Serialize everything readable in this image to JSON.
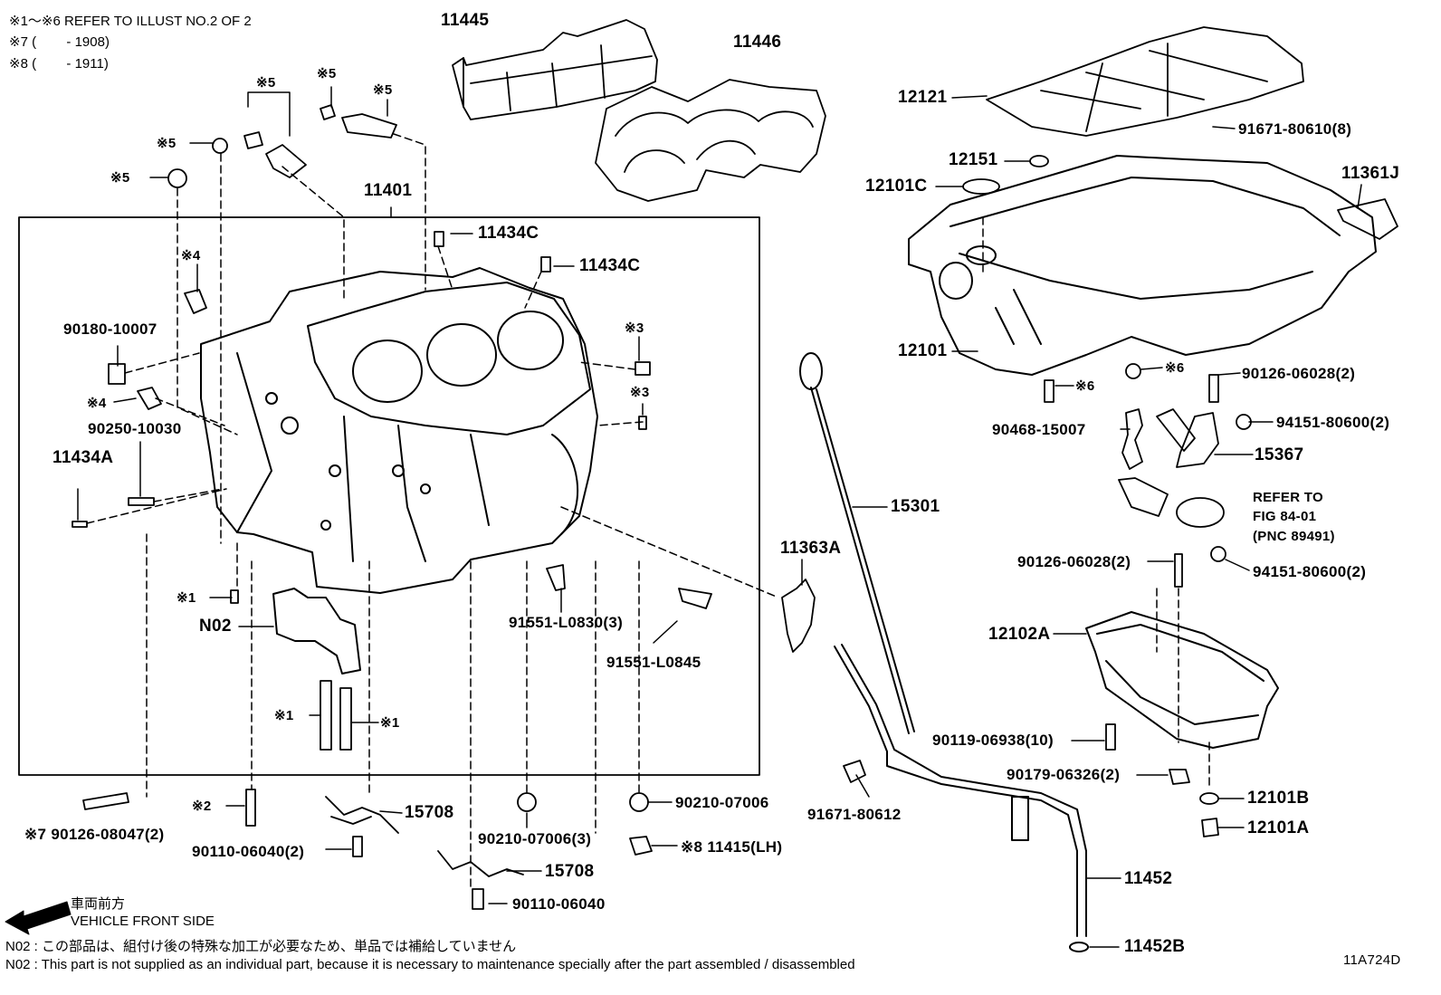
{
  "header_notes": [
    "※1～※6 REFER TO ILLUST NO.2 OF 2",
    "※7 (        - 1908)",
    "※8 (        - 1911)"
  ],
  "parts": [
    {
      "id": "p11445",
      "text": "11445"
    },
    {
      "id": "p11446",
      "text": "11446"
    },
    {
      "id": "p11401",
      "text": "11401"
    },
    {
      "id": "p11434c_1",
      "text": "11434C"
    },
    {
      "id": "p11434c_2",
      "text": "11434C"
    },
    {
      "id": "p5a",
      "text": "※5"
    },
    {
      "id": "p5b",
      "text": "※5"
    },
    {
      "id": "p5c",
      "text": "※5"
    },
    {
      "id": "p5d",
      "text": "※5"
    },
    {
      "id": "p5e",
      "text": "※5"
    },
    {
      "id": "p4a",
      "text": "※4"
    },
    {
      "id": "p4b",
      "text": "※4"
    },
    {
      "id": "p90180",
      "text": "90180-10007"
    },
    {
      "id": "p3a",
      "text": "※3"
    },
    {
      "id": "p3b",
      "text": "※3"
    },
    {
      "id": "p90250",
      "text": "90250-10030"
    },
    {
      "id": "p11434a",
      "text": "11434A"
    },
    {
      "id": "p1a",
      "text": "※1"
    },
    {
      "id": "pn02",
      "text": "N02"
    },
    {
      "id": "p1b",
      "text": "※1"
    },
    {
      "id": "p1c",
      "text": "※1"
    },
    {
      "id": "p91551a",
      "text": "91551-L0830(3)"
    },
    {
      "id": "p91551b",
      "text": "91551-L0845"
    },
    {
      "id": "p2",
      "text": "※2"
    },
    {
      "id": "p90126a",
      "text": "※7 90126-08047(2)"
    },
    {
      "id": "p90110a",
      "text": "90110-06040(2)"
    },
    {
      "id": "p15708a",
      "text": "15708"
    },
    {
      "id": "p90210a",
      "text": "90210-07006(3)"
    },
    {
      "id": "p90210b",
      "text": "90210-07006"
    },
    {
      "id": "p11415",
      "text": "※8 11415(LH)"
    },
    {
      "id": "p15708b",
      "text": "15708"
    },
    {
      "id": "p90110b",
      "text": "90110-06040"
    },
    {
      "id": "p12121",
      "text": "12121"
    },
    {
      "id": "p91671a",
      "text": "91671-80610(8)"
    },
    {
      "id": "p12151",
      "text": "12151"
    },
    {
      "id": "p12101c",
      "text": "12101C"
    },
    {
      "id": "p11361j",
      "text": "11361J"
    },
    {
      "id": "p12101",
      "text": "12101"
    },
    {
      "id": "p6a",
      "text": "※6"
    },
    {
      "id": "p6b",
      "text": "※6"
    },
    {
      "id": "p90126b",
      "text": "90126-06028(2)"
    },
    {
      "id": "p94151a",
      "text": "94151-80600(2)"
    },
    {
      "id": "p90468",
      "text": "90468-15007"
    },
    {
      "id": "p15367",
      "text": "15367"
    },
    {
      "id": "pref1",
      "text": "REFER TO"
    },
    {
      "id": "pref2",
      "text": "FIG 84-01"
    },
    {
      "id": "pref3",
      "text": "(PNC 89491)"
    },
    {
      "id": "p15301",
      "text": "15301"
    },
    {
      "id": "p11363a",
      "text": "11363A"
    },
    {
      "id": "p90126c",
      "text": "90126-06028(2)"
    },
    {
      "id": "p94151b",
      "text": "94151-80600(2)"
    },
    {
      "id": "p12102a",
      "text": "12102A"
    },
    {
      "id": "p90119",
      "text": "90119-06938(10)"
    },
    {
      "id": "p90179",
      "text": "90179-06326(2)"
    },
    {
      "id": "p12101b",
      "text": "12101B"
    },
    {
      "id": "p12101a",
      "text": "12101A"
    },
    {
      "id": "p91671b",
      "text": "91671-80612"
    },
    {
      "id": "p11452",
      "text": "11452"
    },
    {
      "id": "p11452b",
      "text": "11452B"
    }
  ],
  "direction": {
    "jp": "車両前方",
    "en": "VEHICLE FRONT SIDE"
  },
  "footer": {
    "jp": "N02 : この部品は、組付け後の特殊な加工が必要なため、単品では補給していません",
    "en": "N02 : This part is not supplied as an individual part, because it is necessary to maintenance specially after the part assembled / disassembled"
  },
  "illustration_id": "11A724D"
}
